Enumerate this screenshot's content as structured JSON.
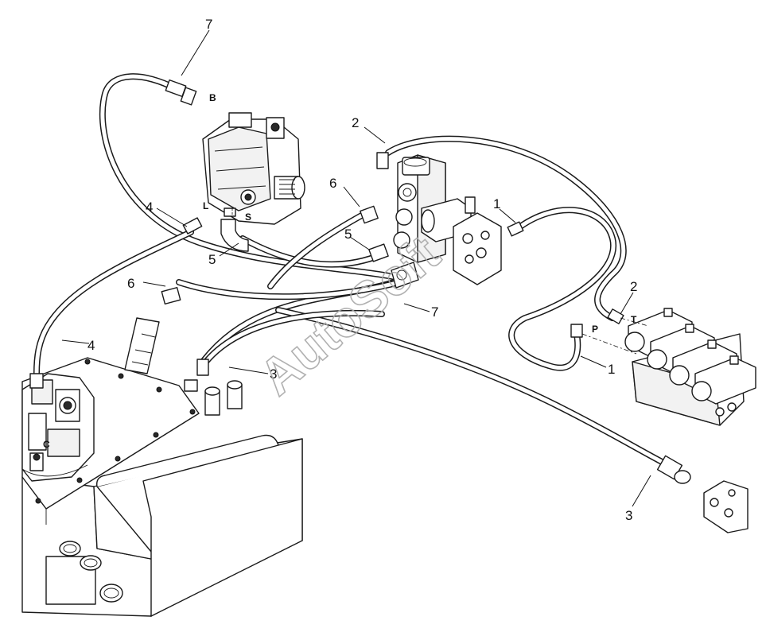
{
  "watermark": "AutoSoft",
  "callouts": [
    {
      "id": "c7a",
      "text": "7"
    },
    {
      "id": "c2a",
      "text": "2"
    },
    {
      "id": "c6a",
      "text": "6"
    },
    {
      "id": "c1a",
      "text": "1"
    },
    {
      "id": "c4a",
      "text": "4"
    },
    {
      "id": "c5a",
      "text": "5"
    },
    {
      "id": "c5b",
      "text": "5"
    },
    {
      "id": "c6b",
      "text": "6"
    },
    {
      "id": "c2b",
      "text": "2"
    },
    {
      "id": "c7b",
      "text": "7"
    },
    {
      "id": "c4b",
      "text": "4"
    },
    {
      "id": "c3a",
      "text": "3"
    },
    {
      "id": "c1b",
      "text": "1"
    },
    {
      "id": "c3b",
      "text": "3"
    }
  ],
  "ports": [
    {
      "id": "pB",
      "text": "B"
    },
    {
      "id": "pL",
      "text": "L"
    },
    {
      "id": "pS",
      "text": "S"
    },
    {
      "id": "pT",
      "text": "T"
    },
    {
      "id": "pP",
      "text": "P"
    },
    {
      "id": "pC",
      "text": "C"
    }
  ]
}
